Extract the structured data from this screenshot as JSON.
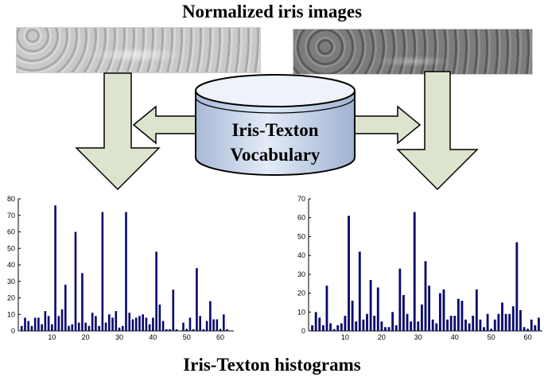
{
  "labels": {
    "top_title": "Normalized iris images",
    "bottom_title": "Iris-Texton histograms",
    "vocab_line1": "Iris-Texton",
    "vocab_line2": "Vocabulary"
  },
  "colors": {
    "bar": "#0b0b6e",
    "arrow_fill": "#dde4cd",
    "arrow_stroke": "#000000",
    "cylinder_top": "#e8eef7",
    "cylinder_body": "#b8c8df"
  },
  "chart_data": [
    {
      "type": "bar",
      "title": "",
      "xlabel": "",
      "ylabel": "",
      "xlim": [
        0,
        64
      ],
      "ylim": [
        0,
        80
      ],
      "xticks": [
        10,
        20,
        30,
        40,
        50,
        60
      ],
      "yticks": [
        0,
        10,
        20,
        30,
        40,
        50,
        60,
        70,
        80
      ],
      "x": [
        1,
        2,
        3,
        4,
        5,
        6,
        7,
        8,
        9,
        10,
        11,
        12,
        13,
        14,
        15,
        16,
        17,
        18,
        19,
        20,
        21,
        22,
        23,
        24,
        25,
        26,
        27,
        28,
        29,
        30,
        31,
        32,
        33,
        34,
        35,
        36,
        37,
        38,
        39,
        40,
        41,
        42,
        43,
        44,
        45,
        46,
        47,
        48,
        49,
        50,
        51,
        52,
        53,
        54,
        55,
        56,
        57,
        58,
        59,
        60,
        61,
        62,
        63
      ],
      "values": [
        3,
        8,
        6,
        3,
        8,
        8,
        4,
        12,
        9,
        4,
        76,
        9,
        13,
        28,
        3,
        4,
        60,
        5,
        35,
        5,
        3,
        11,
        9,
        3,
        72,
        5,
        10,
        8,
        12,
        2,
        3,
        72,
        11,
        7,
        8,
        9,
        10,
        8,
        4,
        8,
        48,
        16,
        6,
        1,
        1,
        25,
        1,
        0,
        5,
        1,
        8,
        1,
        38,
        9,
        1,
        6,
        18,
        7,
        7,
        1,
        10,
        1,
        0
      ]
    },
    {
      "type": "bar",
      "title": "",
      "xlabel": "",
      "ylabel": "",
      "xlim": [
        0,
        64
      ],
      "ylim": [
        0,
        70
      ],
      "xticks": [
        10,
        20,
        30,
        40,
        50,
        60
      ],
      "yticks": [
        0,
        10,
        20,
        30,
        40,
        50,
        60,
        70
      ],
      "x": [
        1,
        2,
        3,
        4,
        5,
        6,
        7,
        8,
        9,
        10,
        11,
        12,
        13,
        14,
        15,
        16,
        17,
        18,
        19,
        20,
        21,
        22,
        23,
        24,
        25,
        26,
        27,
        28,
        29,
        30,
        31,
        32,
        33,
        34,
        35,
        36,
        37,
        38,
        39,
        40,
        41,
        42,
        43,
        44,
        45,
        46,
        47,
        48,
        49,
        50,
        51,
        52,
        53,
        54,
        55,
        56,
        57,
        58,
        59,
        60,
        61,
        62,
        63
      ],
      "values": [
        3,
        10,
        7,
        3,
        24,
        4,
        1,
        3,
        4,
        8,
        61,
        16,
        5,
        42,
        6,
        9,
        27,
        8,
        23,
        5,
        2,
        2,
        10,
        3,
        33,
        19,
        9,
        5,
        63,
        5,
        14,
        37,
        24,
        6,
        4,
        20,
        22,
        6,
        8,
        8,
        17,
        16,
        6,
        4,
        8,
        22,
        6,
        2,
        9,
        1,
        6,
        9,
        15,
        9,
        9,
        13,
        47,
        11,
        2,
        1,
        6,
        3,
        7
      ]
    }
  ]
}
